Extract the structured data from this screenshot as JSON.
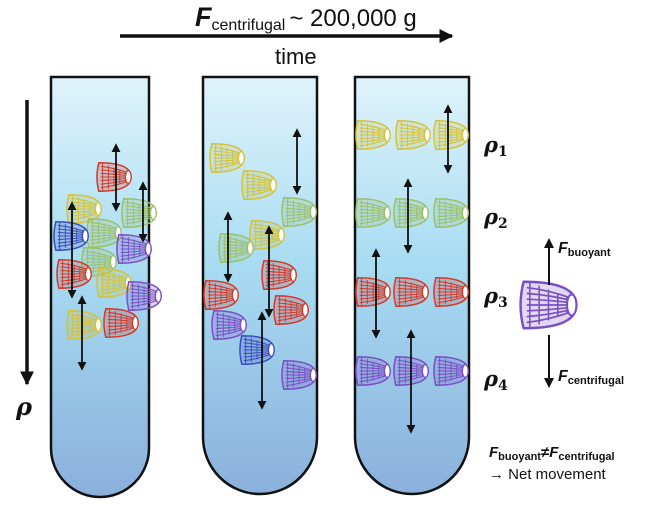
{
  "header": {
    "force_symbol": "F",
    "force_subscript": "centrifugal",
    "force_value": "~ 200,000 g",
    "time_label": "time"
  },
  "density_axis_label": "ρ",
  "density_levels": [
    {
      "symbol": "ρ",
      "index": "1"
    },
    {
      "symbol": "ρ",
      "index": "2"
    },
    {
      "symbol": "ρ",
      "index": "3"
    },
    {
      "symbol": "ρ",
      "index": "4"
    }
  ],
  "legend": {
    "buoyant_symbol": "F",
    "buoyant_subscript": "buoyant",
    "centrifugal_symbol": "F",
    "centrifugal_subscript": "centrifugal"
  },
  "note": {
    "lhs_symbol": "F",
    "lhs_subscript": "buoyant",
    "not_equal": "≠",
    "rhs_symbol": "F",
    "rhs_subscript": "centrifugal",
    "result": "→ Net movement"
  },
  "colors": {
    "tube_top": "#dff3fb",
    "tube_mid": "#a8dcf2",
    "tube_bottom": "#8ab0dc",
    "tube_outline": "#111111",
    "nanotube_yellow": "#d4c23a",
    "nanotube_green": "#9cc06a",
    "nanotube_red": "#d23a2a",
    "nanotube_purple": "#7a4fc4",
    "nanotube_blue": "#3a4fc0"
  }
}
